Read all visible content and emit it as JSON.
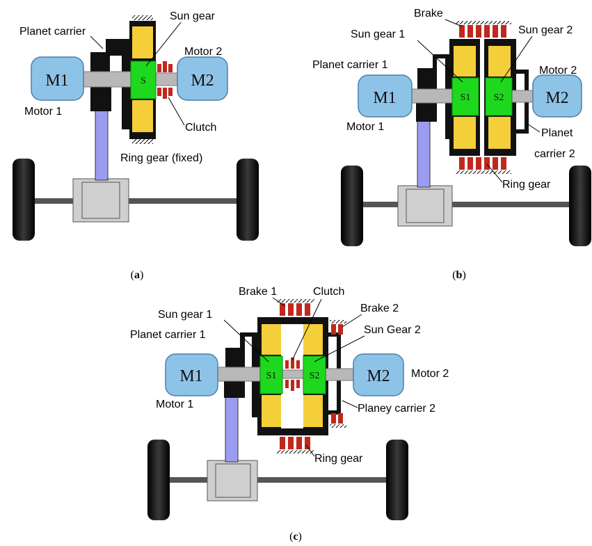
{
  "colors": {
    "motor": "#8ec3e8",
    "sun_gear": "#1ed81e",
    "planet_gear": "#f5cf3a",
    "housing": "#111111",
    "shaft": "#b8b8b8",
    "drive_shaft": "#9a9cf0",
    "clutch": "#c0281e",
    "differential": "#cfcfcf",
    "wheel": "#111111"
  },
  "panel_a": {
    "caption": "a",
    "motor1": "M1",
    "motor2": "M2",
    "sun": "S",
    "labels": {
      "planet_carrier": "Planet carrier",
      "sun_gear": "Sun gear",
      "motor2": "Motor 2",
      "motor1": "Motor 1",
      "clutch": "Clutch",
      "ring_gear": "Ring gear (fixed)"
    }
  },
  "panel_b": {
    "caption": "b",
    "motor1": "M1",
    "motor2": "M2",
    "sun1": "S1",
    "sun2": "S2",
    "labels": {
      "brake": "Brake",
      "sun_gear_1": "Sun gear 1",
      "sun_gear_2": "Sun gear 2",
      "planet_carrier_1": "Planet carrier 1",
      "motor2": "Motor 2",
      "motor1": "Motor 1",
      "planet_carrier_2_line1": "Planet",
      "planet_carrier_2_line2": "carrier 2",
      "ring_gear": "Ring gear"
    }
  },
  "panel_c": {
    "caption": "c",
    "motor1": "M1",
    "motor2": "M2",
    "sun1": "S1",
    "sun2": "S2",
    "labels": {
      "brake1": "Brake 1",
      "clutch": "Clutch",
      "brake2": "Brake 2",
      "sun_gear_1": "Sun gear 1",
      "sun_gear_2": "Sun Gear 2",
      "planet_carrier_1": "Planet carrier 1",
      "motor2": "Motor 2",
      "motor1": "Motor 1",
      "planet_carrier_2": "Planey carrier 2",
      "ring_gear": "Ring gear"
    }
  }
}
